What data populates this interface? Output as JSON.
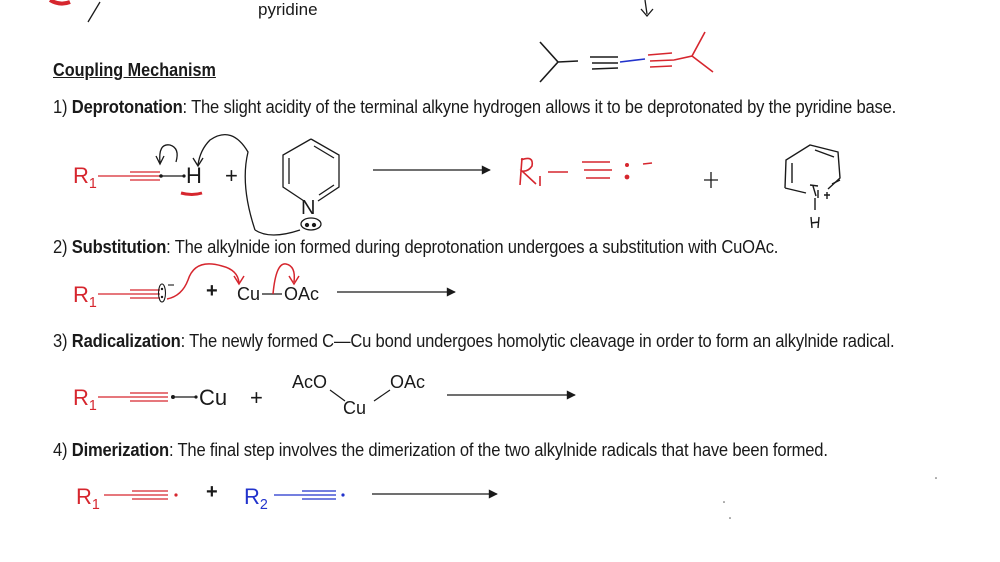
{
  "top": {
    "label": "pyridine"
  },
  "heading": "Coupling Mechanism",
  "steps": [
    {
      "number": "1)",
      "title": "Deprotonation",
      "text": ": The slight acidity of the terminal alkyne hydrogen allows it to be deprotonated by the pyridine base.",
      "reactants": [
        "R",
        "1",
        "H",
        "+",
        "N"
      ],
      "products_handwritten": [
        "R",
        "1",
        "+",
        "N",
        "+",
        "H"
      ]
    },
    {
      "number": "2)",
      "title": "Substitution",
      "text": ": The alkylnide ion formed during deprotonation undergoes a substitution with CuOAc.",
      "reactants": [
        "R",
        "1",
        "−",
        "+",
        "Cu",
        "OAc"
      ]
    },
    {
      "number": "3)",
      "title": "Radicalization",
      "text": ": The newly formed C—Cu bond undergoes homolytic cleavage in order to form an alkylnide radical.",
      "reactants": [
        "R",
        "1",
        "Cu",
        "+",
        "AcO",
        "OAc",
        "Cu"
      ]
    },
    {
      "number": "4)",
      "title": "Dimerization",
      "text": ": The final step involves the dimerization of the two alkylnide radicals that have been formed.",
      "reactants": [
        "R",
        "1",
        "+",
        "R",
        "2"
      ]
    }
  ],
  "colors": {
    "red": "#d6262e",
    "blue": "#2233cc",
    "ink": "#1a1a1a"
  }
}
